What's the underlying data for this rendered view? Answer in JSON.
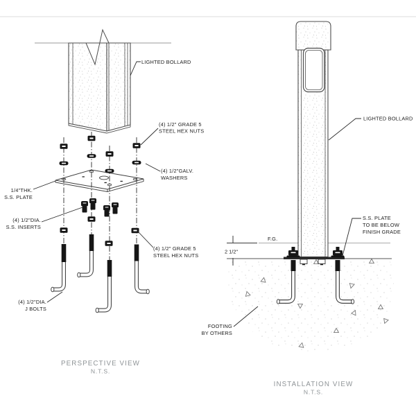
{
  "drawing": {
    "perspective_view": {
      "title": "PERSPECTIVE VIEW",
      "scale": "N.T.S.",
      "labels": {
        "lighted_bollard": "LIGHTED BOLLARD",
        "hex_nuts_top_line1": "(4) 1/2\" GRADE 5",
        "hex_nuts_top_line2": "STEEL HEX NUTS",
        "washers_line1": "(4) 1/2\"GALV.",
        "washers_line2": "WASHERS",
        "plate_line1": "1/4\"THK.",
        "plate_line2": "S.S. PLATE",
        "inserts_line1": "(4) 1/2\"DIA.",
        "inserts_line2": "S.S. INSERTS",
        "hex_nuts_bottom_line1": "(4) 1/2\" GRADE 5",
        "hex_nuts_bottom_line2": "STEEL HEX NUTS",
        "j_bolts_line1": "(4) 1/2\"DIA.",
        "j_bolts_line2": "J BOLTS"
      }
    },
    "installation_view": {
      "title": "INSTALLATION VIEW",
      "scale": "N.T.S.",
      "labels": {
        "lighted_bollard": "LIGHTED BOLLARD",
        "plate_note_line1": "S.S. PLATE",
        "plate_note_line2": "TO BE BELOW",
        "plate_note_line3": "FINISH GRADE",
        "finish_grade": "F.G.",
        "depth_dimension": "2 1/2\"",
        "footing_line1": "FOOTING",
        "footing_line2": "BY OTHERS"
      }
    },
    "colors": {
      "line": "#4d4d4d",
      "text": "#1c1c1c",
      "title_gray": "#8f9497",
      "grade_line": "#aaaaaa"
    }
  }
}
